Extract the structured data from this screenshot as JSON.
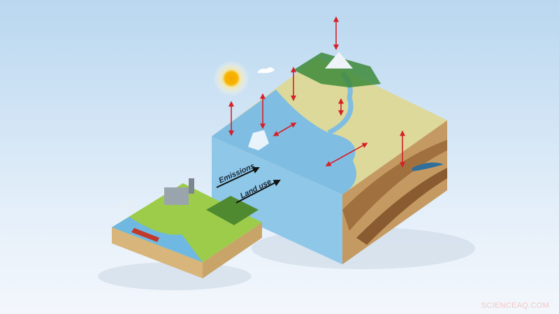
{
  "labels": {
    "emissions": "Emissions",
    "land_use": "Land use"
  },
  "watermark": "SCIENCEAQ.COM",
  "colors": {
    "arrow": "#d62027",
    "water": "#7fbde3",
    "land": "#dcd99a",
    "forest": "#3d8a3a"
  }
}
